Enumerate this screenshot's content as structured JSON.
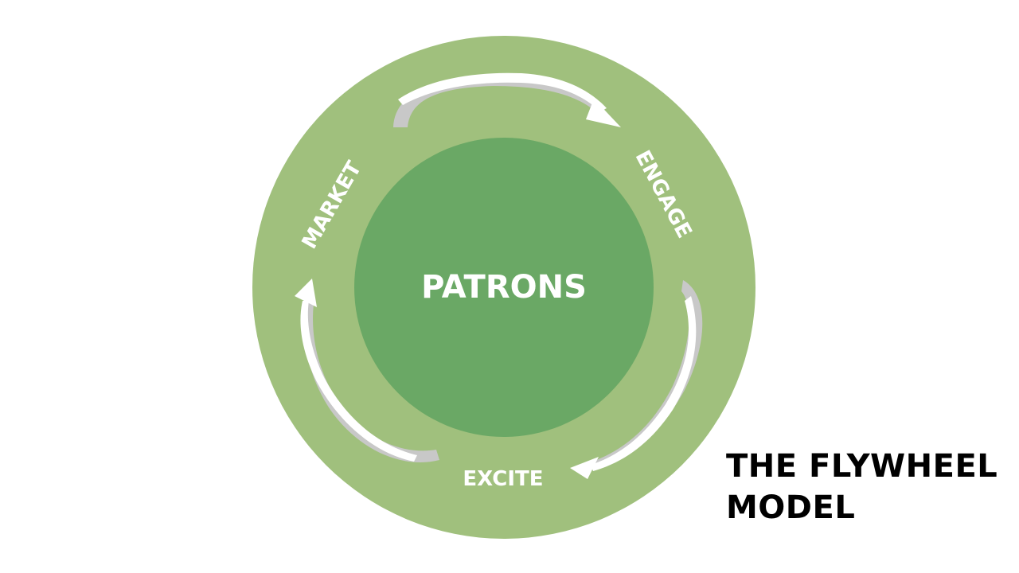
{
  "diagram": {
    "center_label": "PATRONS",
    "stages": [
      {
        "label": "MARKET"
      },
      {
        "label": "ENGAGE"
      },
      {
        "label": "EXCITE"
      }
    ],
    "title_line1": "THE FLYWHEEL",
    "title_line2": "MODEL"
  },
  "colors": {
    "outer_ring": "#a0c07d",
    "inner_circle": "#6aa865",
    "arrow_white": "#ffffff",
    "arrow_shadow": "#c8c8c8",
    "text_light": "#ffffff",
    "text_dark": "#000000"
  }
}
